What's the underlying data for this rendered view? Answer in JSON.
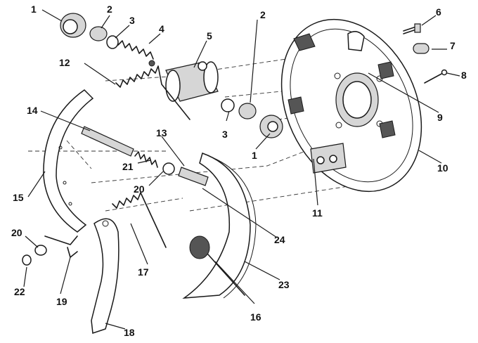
{
  "callouts": {
    "c1a": "1",
    "c2a": "2",
    "c3a": "3",
    "c4": "4",
    "c5": "5",
    "c2b": "2",
    "c6": "6",
    "c7": "7",
    "c8": "8",
    "c9": "9",
    "c10": "10",
    "c12": "12",
    "c14": "14",
    "c13": "13",
    "c3b": "3",
    "c1b": "1",
    "c21": "21",
    "c20a": "20",
    "c15": "15",
    "c11": "11",
    "c24": "24",
    "c20b": "20",
    "c17": "17",
    "c22": "22",
    "c19": "19",
    "c16": "16",
    "c23": "23",
    "c18": "18"
  }
}
